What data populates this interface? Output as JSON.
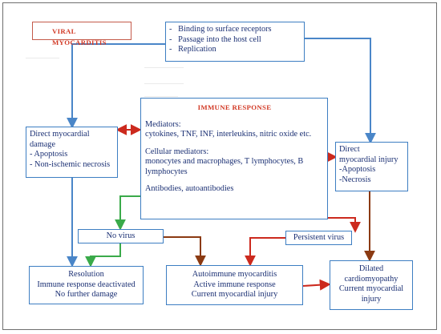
{
  "title": "Viral myocarditis",
  "mechanisms": [
    "Binding to surface receptors",
    "Passage into the host cell",
    "Replication"
  ],
  "immune_response": {
    "heading": "Immune response",
    "mediators_label": "Mediators:",
    "mediators": "cytokines, TNF, INF, interleukins, nitric oxide etc.",
    "cellular_label": "Cellular mediators:",
    "cellular": "monocytes and macrophages, T lymphocytes, B lymphocytes",
    "antibodies": "Antibodies, autoantibodies"
  },
  "direct_damage": {
    "title_line1": "Direct myocardial",
    "title_line2": "damage",
    "items": [
      "- Apoptosis",
      "- Non-ischemic necrosis"
    ]
  },
  "direct_injury": {
    "title_line1": "Direct",
    "title_line2": "myocardial injury",
    "items": [
      "-Apoptosis",
      "-Necrosis"
    ]
  },
  "no_virus": "No virus",
  "persistent_virus": "Persistent virus",
  "resolution": {
    "lines": [
      "Resolution",
      "Immune response deactivated",
      "No further damage"
    ]
  },
  "autoimmune": {
    "lines": [
      "Autoimmune myocarditis",
      "Active immune response",
      "Current myocardial injury"
    ]
  },
  "dilated": {
    "lines": [
      "Dilated",
      "cardiomyopathy",
      "Current myocardial",
      "injury"
    ]
  },
  "colors": {
    "blue_arrow": "#4a86c8",
    "red_arrow": "#cc2a1e",
    "green_arrow": "#3aaa4a",
    "brown_arrow": "#8b3a12",
    "box_border": "#3d7ec2",
    "text": "#1a2f73",
    "title_red": "#d23a26"
  }
}
